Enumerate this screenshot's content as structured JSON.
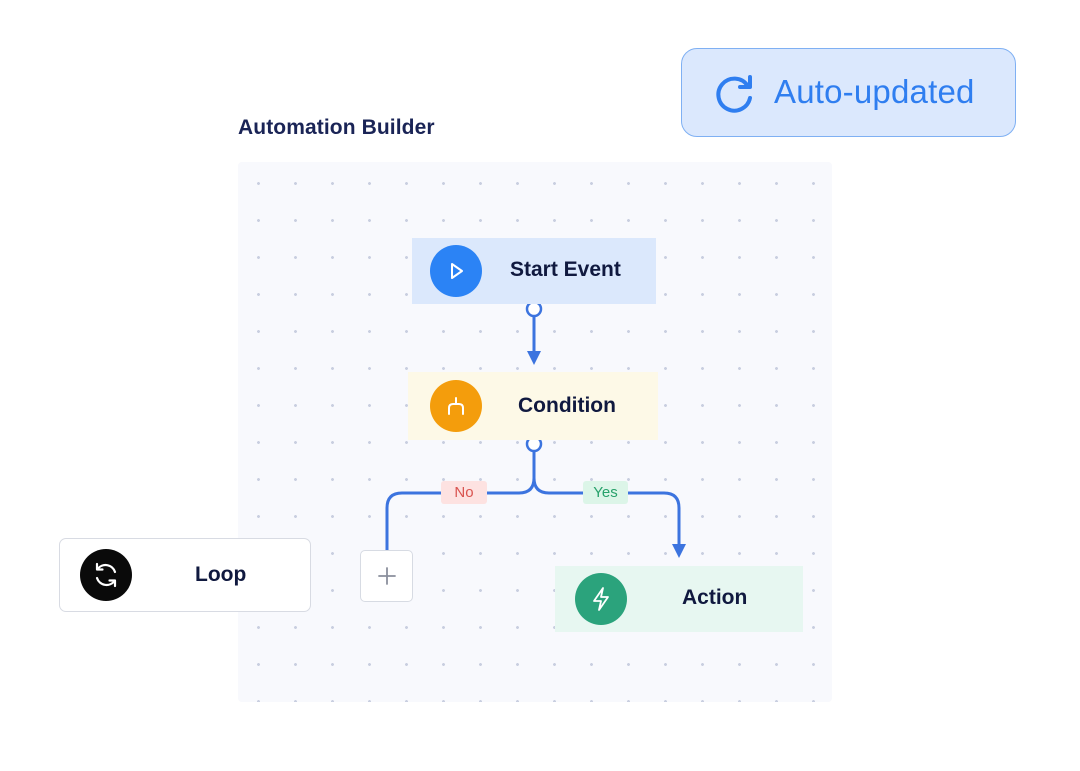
{
  "header": {
    "title": "Automation Builder"
  },
  "badge": {
    "label": "Auto-updated",
    "icon": "refresh-icon",
    "color": "#2f7ef0"
  },
  "nodes": {
    "start": {
      "label": "Start Event",
      "icon": "play-icon",
      "color": "#2b83f5"
    },
    "condition": {
      "label": "Condition",
      "icon": "branch-icon",
      "color": "#f49d0c"
    },
    "action": {
      "label": "Action",
      "icon": "lightning-icon",
      "color": "#2ba37c"
    },
    "loop": {
      "label": "Loop",
      "icon": "loop-icon",
      "color": "#0a0a0a"
    }
  },
  "edges": {
    "no_label": "No",
    "yes_label": "Yes",
    "line_color": "#3c74df"
  },
  "add_step": {
    "icon": "plus-icon",
    "symbol": "+"
  }
}
